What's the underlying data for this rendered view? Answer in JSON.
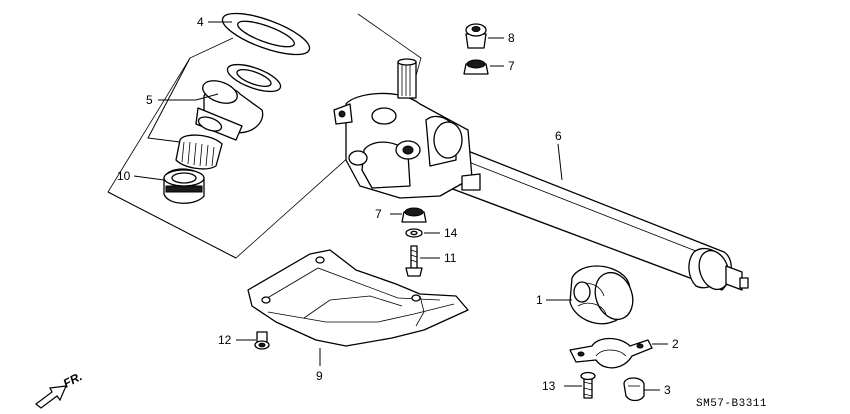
{
  "diagram": {
    "callouts": {
      "c1": "1",
      "c2": "2",
      "c3": "3",
      "c4": "4",
      "c5": "5",
      "c6": "6",
      "c7a": "7",
      "c7b": "7",
      "c8": "8",
      "c9": "9",
      "c10": "10",
      "c11": "11",
      "c12": "12",
      "c13": "13",
      "c14": "14"
    },
    "direction_label": "FR.",
    "diagram_code": "SM57-B3311"
  }
}
